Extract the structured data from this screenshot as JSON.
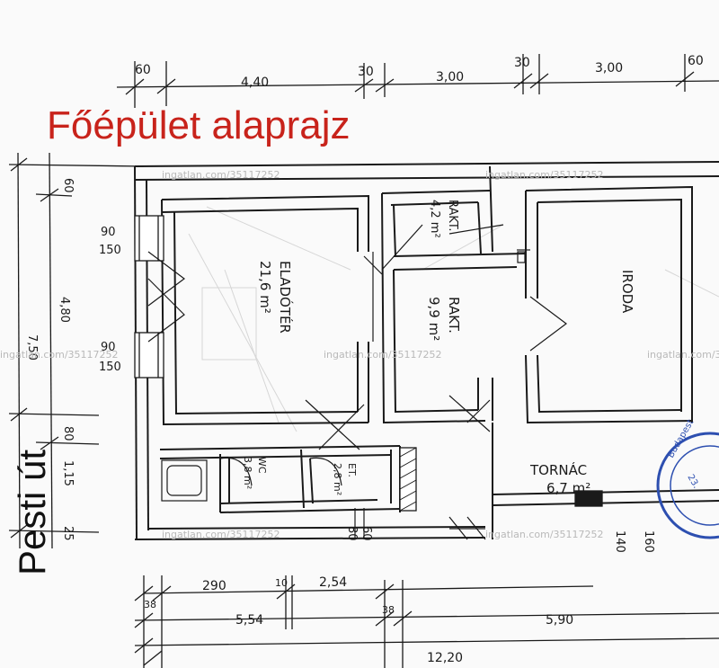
{
  "title": "Főépület alaprajz",
  "street_label": "Pesti út",
  "watermark": "ingatlan.com/35117252",
  "stamp_text": [
    "Budapest",
    "23."
  ],
  "rooms": [
    {
      "id": "eladoter",
      "name": "ELADÓTÉR",
      "area": "21,6 m²"
    },
    {
      "id": "rakt-small",
      "name": "RAKT.",
      "area": "4,2 m²"
    },
    {
      "id": "rakt-large",
      "name": "RAKT.",
      "area": "9,9 m²"
    },
    {
      "id": "iroda",
      "name": "IRODA",
      "area": ""
    },
    {
      "id": "tornac",
      "name": "TORNÁC",
      "area": "6,7 m²"
    },
    {
      "id": "wc",
      "name": "WC",
      "area": "3,8 m²"
    },
    {
      "id": "et",
      "name": "ET.",
      "area": "2,8 m²"
    }
  ],
  "dims_top": [
    "60",
    "4,40",
    "30",
    "3,00",
    "30",
    "3,00",
    "60"
  ],
  "dims_left": [
    "60",
    "90",
    "150",
    "4,80",
    "7,50",
    "90",
    "150",
    "80",
    "1,15",
    "25"
  ],
  "dims_inner": [
    "60",
    "80",
    "140",
    "160"
  ],
  "dims_bottom_row1": [
    "290",
    "10",
    "2,54"
  ],
  "dims_bottom_row2": [
    "38",
    "5,54",
    "38",
    "5,90"
  ],
  "dims_bottom_row3": [
    "12,20"
  ],
  "colors": {
    "title": "#c8231b",
    "ink": "#1a1a1a",
    "stamp": "#2d4fb0"
  }
}
